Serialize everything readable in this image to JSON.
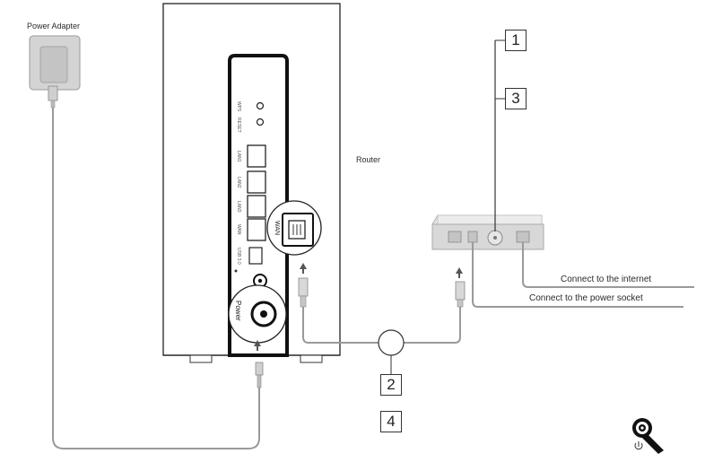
{
  "labels": {
    "power_adapter": "Power Adapter",
    "router": "Router",
    "connect_internet": "Connect to the internet",
    "connect_power_socket": "Connect to the power socket",
    "wan_zoom": "WAN",
    "power_zoom": "Power"
  },
  "router_ports": {
    "wps": "WPS",
    "reset": "RESET",
    "lan1": "LAN1",
    "lan2": "LAN2",
    "lan3": "LAN3",
    "wan": "WAN",
    "usb": "USB 3.0"
  },
  "steps": [
    "1",
    "3",
    "2",
    "4"
  ],
  "colors": {
    "line": "#8a8a8a",
    "outline": "#1a1a1a",
    "modem": "#e2e2e2",
    "adapter": "#d4d4d4"
  }
}
